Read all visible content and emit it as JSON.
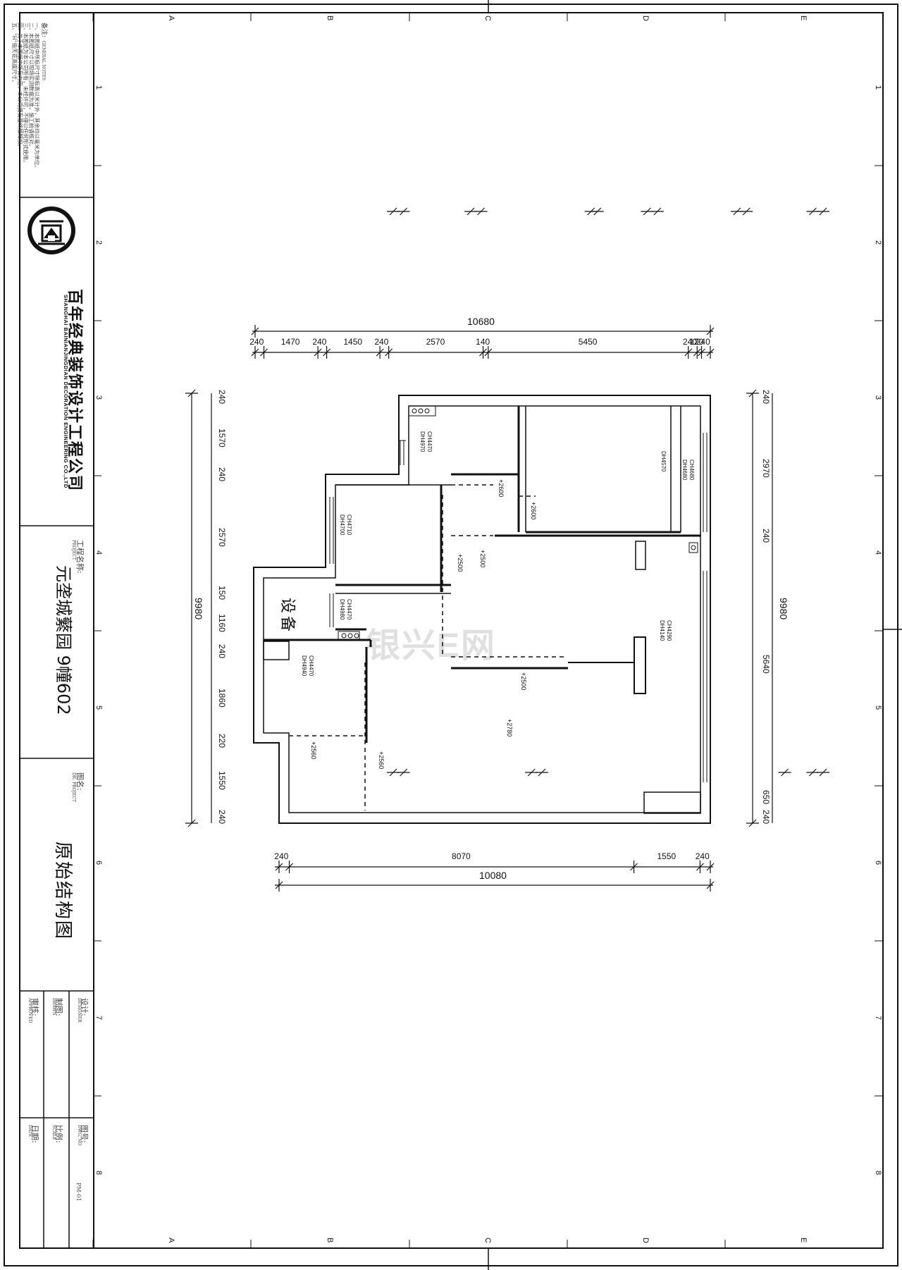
{
  "sheet": {
    "grid_cols": [
      "A",
      "B",
      "C",
      "D",
      "E"
    ],
    "grid_rows": [
      "1",
      "2",
      "3",
      "4",
      "5",
      "6",
      "7",
      "8"
    ]
  },
  "title_block": {
    "notes_label": "备注:",
    "notes_label_en": "GENERAL NOTES",
    "notes": [
      "一、本图纸中所标尺寸除标高以米计外，其余均以毫米为单位。",
      "二、本图纸尺寸以现场实测数据为准，施工前请核对。",
      "三、本图纸为本公司所有，未经许可，不得以任何形式使用。",
      "四、关于本图纸中所有内容，本公司拥有最终解释权。",
      "五、\"H\"指天花高度尺寸。"
    ],
    "company_cn": "百年经典装饰设计工程公司",
    "company_en": "SHANGHAI BAINIANJINGDIAN DECORATION ENGINEERING CO.,LTD",
    "project_label": "工程名称:",
    "project_label_en": "PROJECT",
    "project_name": "元垄城蘩园 9幢602",
    "drawing_label": "图名:",
    "drawing_label_en": "DR. PROJECT",
    "drawing_name": "原始结构图",
    "design_label": "设计:",
    "design_label_en": "DESIGNER",
    "drawn_label": "制图:",
    "drawn_label_en": "DRAWN",
    "approve_label": "审核:",
    "approve_label_en": "APPROVED",
    "dwg_no_label": "图号:",
    "dwg_no_label_en": "DWG. NO",
    "dwg_no": "PM-01",
    "scale_label": "比例:",
    "scale_label_en": "SCALE",
    "date_label": "日期:",
    "date_label_en": "DATE"
  },
  "plan": {
    "top_total": "10680",
    "top_dims": [
      "240",
      "1470",
      "240",
      "1450",
      "240",
      "2570",
      "140",
      "5450",
      "240",
      "120",
      "240"
    ],
    "bottom_dims": [
      "240",
      "8070",
      "1550",
      "240"
    ],
    "bottom_total": "10080",
    "left_total": "9980",
    "left_dims": [
      "240",
      "1570",
      "240",
      "2570",
      "150",
      "1160",
      "240",
      "1860",
      "220",
      "1550",
      "240"
    ],
    "right_total": "9980",
    "right_dims": [
      "240",
      "2970",
      "240",
      "5640",
      "650",
      "240"
    ],
    "room_label": "设备",
    "watermark": "银兴E网",
    "heights": [
      {
        "ch": "CH4470",
        "dh": "DH4970"
      },
      {
        "ch": "CH4680",
        "dh": "DH4680"
      },
      {
        "ch": "DH4570",
        "dh": ""
      },
      {
        "ch": "CH4710",
        "dh": "DH4700"
      },
      {
        "ch": "CH4470",
        "dh": "DH4980"
      },
      {
        "ch": "CH4470",
        "dh": "DH4940"
      },
      {
        "ch": "CH4290",
        "dh": "DH4140"
      }
    ],
    "elevations": [
      "+2600",
      "+2600",
      "+2500",
      "+2500",
      "+2500",
      "+2780",
      "+2560",
      "+2560"
    ]
  }
}
